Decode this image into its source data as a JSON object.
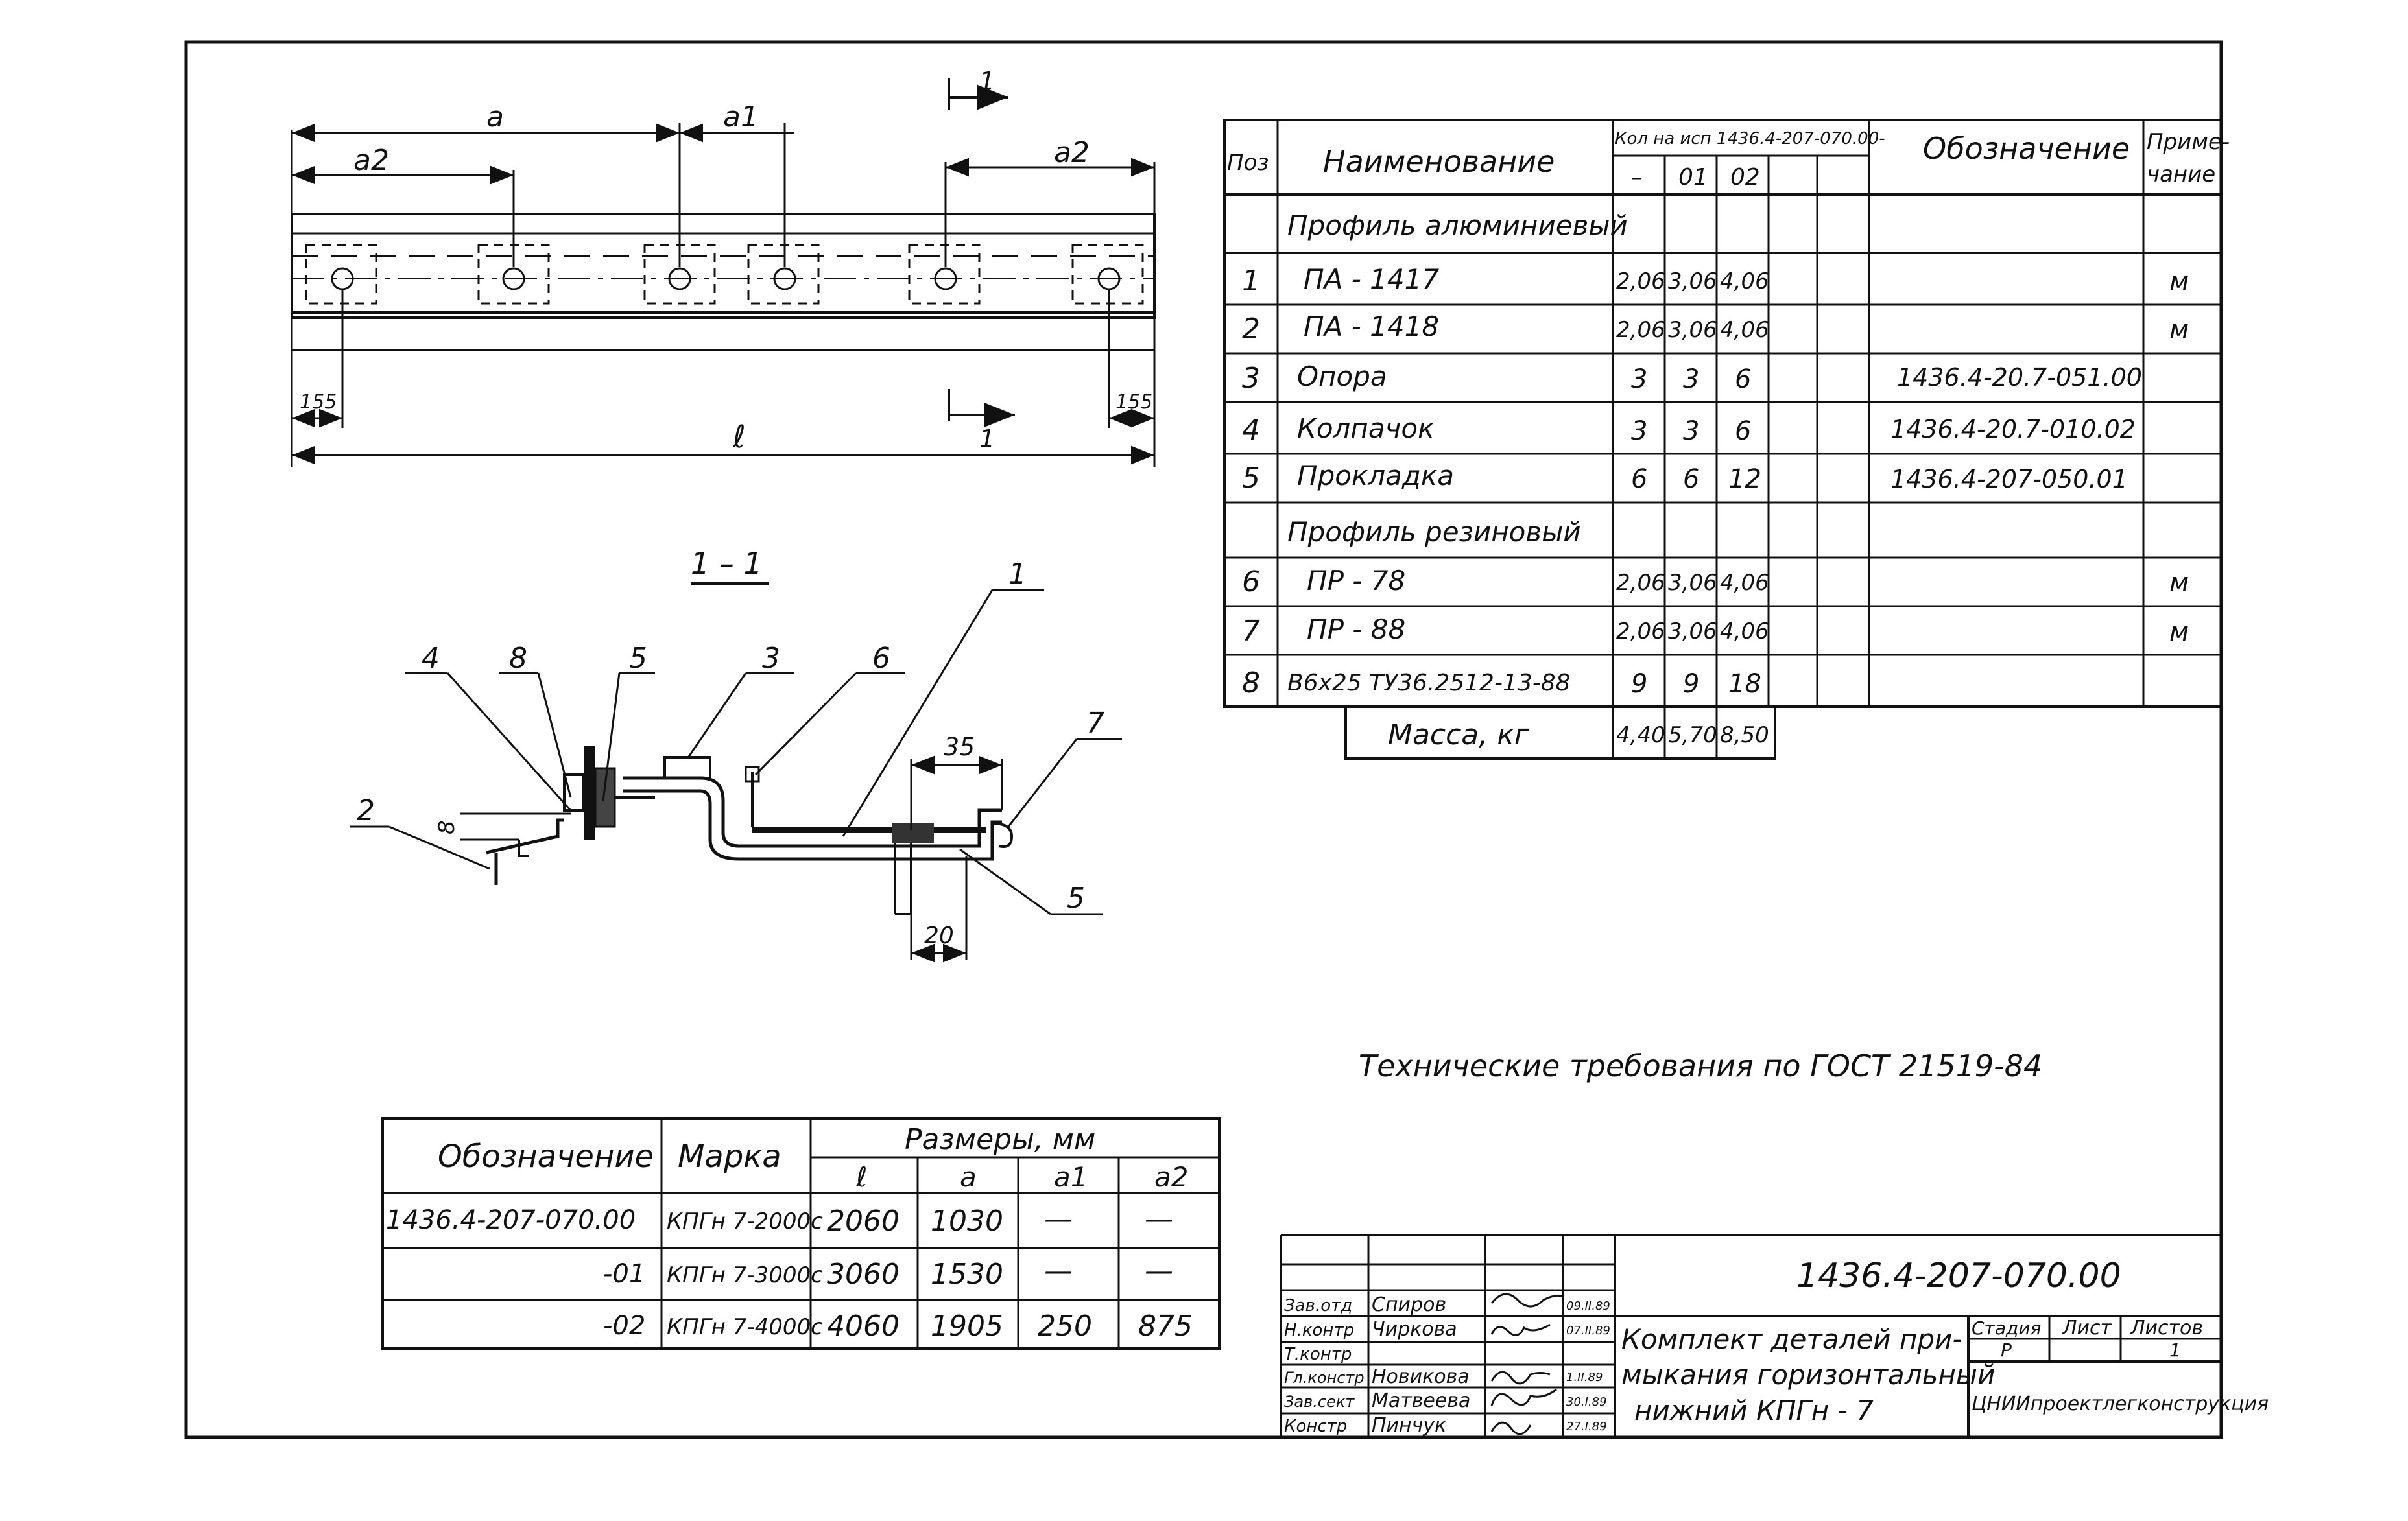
{
  "plan_view": {
    "dim_a": "a",
    "dim_a1": "a1",
    "dim_a2_left": "a2",
    "dim_a2_right": "a2",
    "dim_l": "ℓ",
    "dim_155_left": "155",
    "dim_155_right": "155",
    "section_mark_top": "1",
    "section_mark_bottom": "1"
  },
  "section_view": {
    "title": "1 – 1",
    "callouts": [
      "4",
      "8",
      "5",
      "3",
      "6",
      "1",
      "7",
      "2",
      "5"
    ],
    "dim_35": "35",
    "dim_20": "20",
    "dim_8": "8"
  },
  "spec_table": {
    "headers": {
      "pos": "Поз",
      "name": "Наименование",
      "qty_group": "Кол на исп 1436.4-207-070.00-",
      "qty_sub": [
        "–",
        "01",
        "02",
        "",
        ""
      ],
      "designation": "Обозначение",
      "note": "Приме-чание"
    },
    "rows": [
      {
        "pos": "",
        "name": "Профиль алюминиевый",
        "q0": "",
        "q1": "",
        "q2": "",
        "des": "",
        "note": ""
      },
      {
        "pos": "1",
        "name": "ПА - 1417",
        "q0": "2,06",
        "q1": "3,06",
        "q2": "4,06",
        "des": "",
        "note": "м"
      },
      {
        "pos": "2",
        "name": "ПА - 1418",
        "q0": "2,06",
        "q1": "3,06",
        "q2": "4,06",
        "des": "",
        "note": "м"
      },
      {
        "pos": "3",
        "name": "Опора",
        "q0": "3",
        "q1": "3",
        "q2": "6",
        "des": "1436.4-20.7-051.00",
        "note": ""
      },
      {
        "pos": "4",
        "name": "Колпачок",
        "q0": "3",
        "q1": "3",
        "q2": "6",
        "des": "1436.4-20.7-010.02",
        "note": ""
      },
      {
        "pos": "5",
        "name": "Прокладка",
        "q0": "6",
        "q1": "6",
        "q2": "12",
        "des": "1436.4-207-050.01",
        "note": ""
      },
      {
        "pos": "",
        "name": "Профиль резиновый",
        "q0": "",
        "q1": "",
        "q2": "",
        "des": "",
        "note": ""
      },
      {
        "pos": "6",
        "name": "ПР - 78",
        "q0": "2,06",
        "q1": "3,06",
        "q2": "4,06",
        "des": "",
        "note": "м"
      },
      {
        "pos": "7",
        "name": "ПР - 88",
        "q0": "2,06",
        "q1": "3,06",
        "q2": "4,06",
        "des": "",
        "note": "м"
      },
      {
        "pos": "8",
        "name": "В6х25 ТУ36.2512-13-88",
        "q0": "9",
        "q1": "9",
        "q2": "18",
        "des": "",
        "note": ""
      }
    ],
    "mass": {
      "label": "Масса, кг",
      "q0": "4,40",
      "q1": "5,70",
      "q2": "8,50"
    }
  },
  "tech_requirements": "Технические требования по ГОСТ 21519-84",
  "size_table": {
    "col_designation": "Обозначение",
    "col_mark": "Марка",
    "col_sizes": "Размеры, мм",
    "sub": [
      "ℓ",
      "a",
      "a1",
      "a2"
    ],
    "rows": [
      {
        "des": "1436.4-207-070.00",
        "mark": "КПГн 7-2000с",
        "l": "2060",
        "a": "1030",
        "a1": "—",
        "a2": "—"
      },
      {
        "des": "-01",
        "mark": "КПГн 7-3000с",
        "l": "3060",
        "a": "1530",
        "a1": "—",
        "a2": "—"
      },
      {
        "des": "-02",
        "mark": "КПГн 7-4000с",
        "l": "4060",
        "a": "1905",
        "a1": "250",
        "a2": "875"
      }
    ]
  },
  "title_block": {
    "doc_number": "1436.4-207-070.00",
    "title_lines": [
      "Комплект деталей при-",
      "мыкания горизонтальный",
      "нижний   КПГн - 7"
    ],
    "stage_label": "Стадия",
    "sheet_label": "Лист",
    "sheets_label": "Листов",
    "stage_value": "Р",
    "sheet_value": "",
    "sheets_value": "1",
    "org": "ЦНИИпроектлегконструкция",
    "signers": [
      {
        "role": "Зав.отд",
        "name": "Спиров",
        "date": "09.II.89"
      },
      {
        "role": "Н.контр",
        "name": "Чиркова",
        "date": "07.II.89"
      },
      {
        "role": "Т.контр",
        "name": "",
        "date": ""
      },
      {
        "role": "Гл.констр",
        "name": "Новикова",
        "date": "1.II.89"
      },
      {
        "role": "Зав.сект",
        "name": "Матвеева",
        "date": "30.I.89"
      },
      {
        "role": "Констр",
        "name": "Пинчук",
        "date": "27.I.89"
      }
    ]
  }
}
